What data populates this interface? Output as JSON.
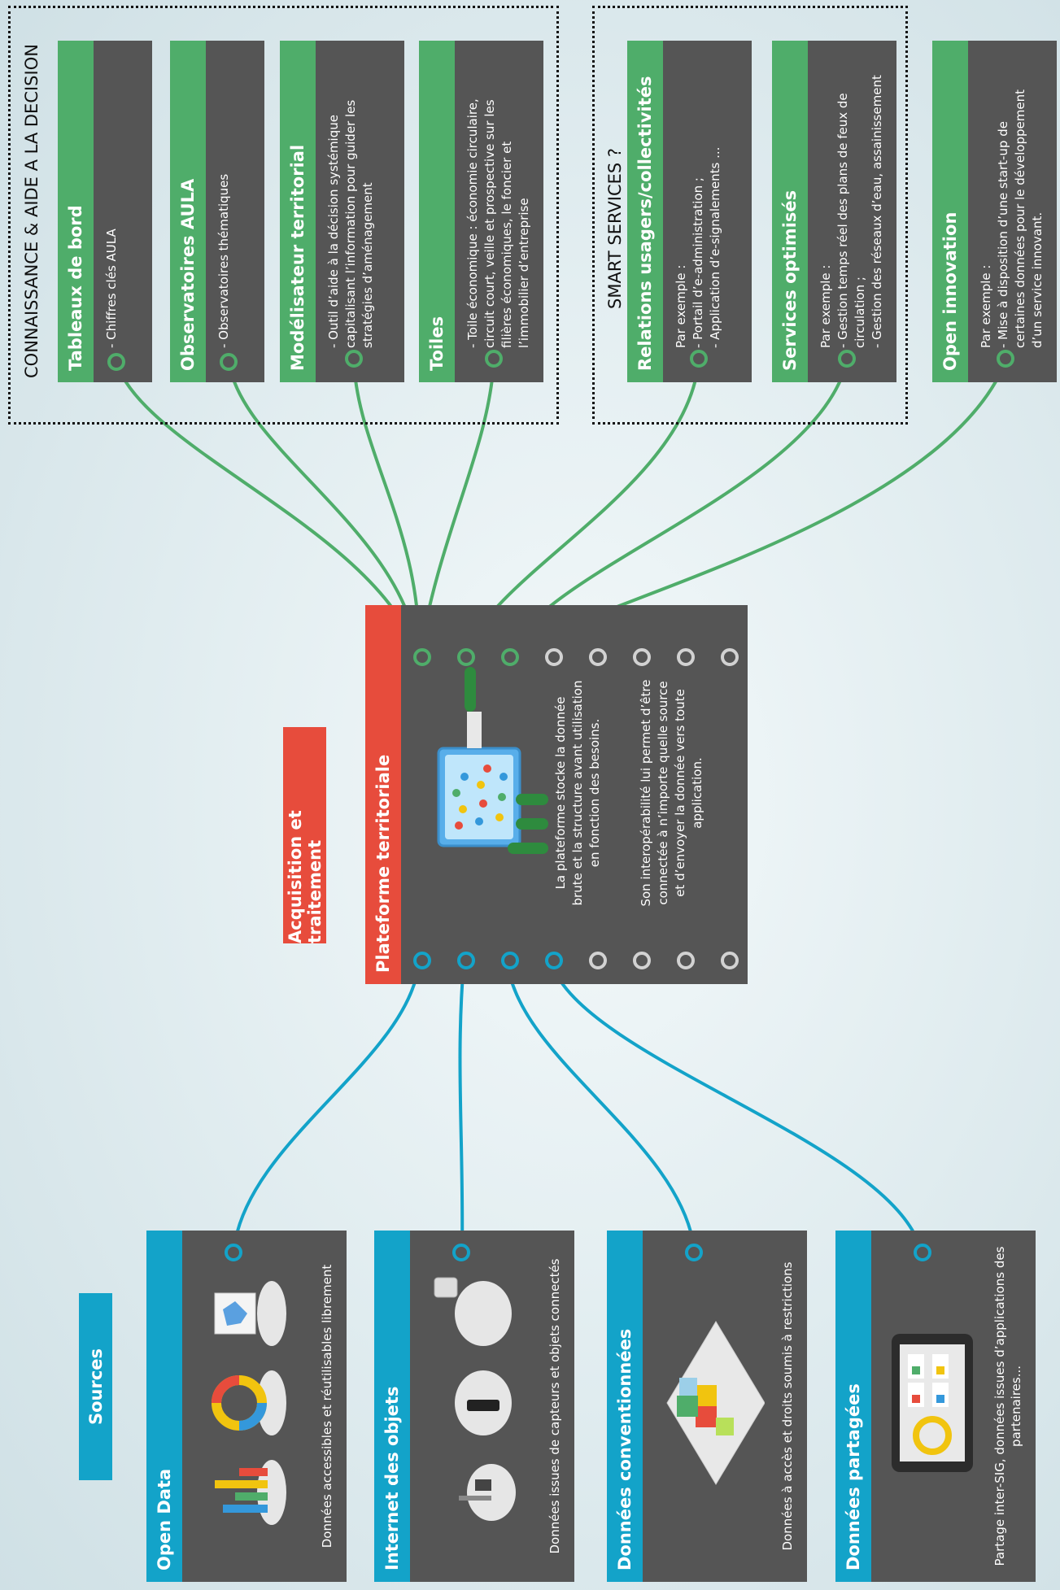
{
  "decision": {
    "frame_title": "CONNAISSANCE & AIDE A LA DECISION",
    "cards": [
      {
        "title": "Tableaux de bord",
        "text": "- Chiffres clés AULA"
      },
      {
        "title": "Observatoires AULA",
        "text": "- Observatoires thématiques"
      },
      {
        "title": "Modélisateur territorial",
        "text": "- Outil d’aide à la décision systémique\ncapitalisant l’information pour guider les\nstratégies d’aménagement"
      },
      {
        "title": "Toiles",
        "text": "- Toile économique : économie circulaire,\ncircuit court, veille et prospective sur les\nfilières économiques, le foncier et\nl’immobilier d’entreprise"
      }
    ]
  },
  "smart": {
    "frame_title": "SMART SERVICES ?",
    "cards": [
      {
        "title": "Relations usagers/collectivités",
        "text": "Par exemple :\n- Portail d’e-administration ;\n- Application d’e-signalements ..."
      },
      {
        "title": "Services optimisés",
        "text": "Par exemple :\n- Gestion temps réel des plans de feux de\ncirculation ;\n- Gestion des réseaux d’eau, assainissement"
      }
    ]
  },
  "open_innovation": {
    "title": "Open innovation",
    "text": "Par exemple :\n- Mise à disposition d’une start-up de\ncertaines données pour le développement\nd’un service innovant."
  },
  "acquisition": {
    "label": "Acquisition et traitement",
    "platform_title": "Plateforme territoriale",
    "text1": "La plateforme stocke la donnée brute et la structure avant utilisation en fonction des besoins.",
    "text2": "Son interopérabilité lui permet d’être connectée à n’importe quelle source et d’envoyer la donnée vers toute application."
  },
  "sources": {
    "label": "Sources",
    "cards": [
      {
        "title": "Open Data",
        "text": "Données accessibles et réutilisables librement"
      },
      {
        "title": "Internet des objets",
        "text": "Données issues de capteurs et objets connectés"
      },
      {
        "title": "Données conventionnées",
        "text": "Données à accès et droits soumis à restrictions"
      },
      {
        "title": "Données partagées",
        "text": "Partage inter-SIG, données issues d’applications des partenaires..."
      }
    ]
  },
  "colors": {
    "green": "#4fad6a",
    "blue": "#13a3c9",
    "red": "#e74c3c",
    "card": "#555555"
  }
}
